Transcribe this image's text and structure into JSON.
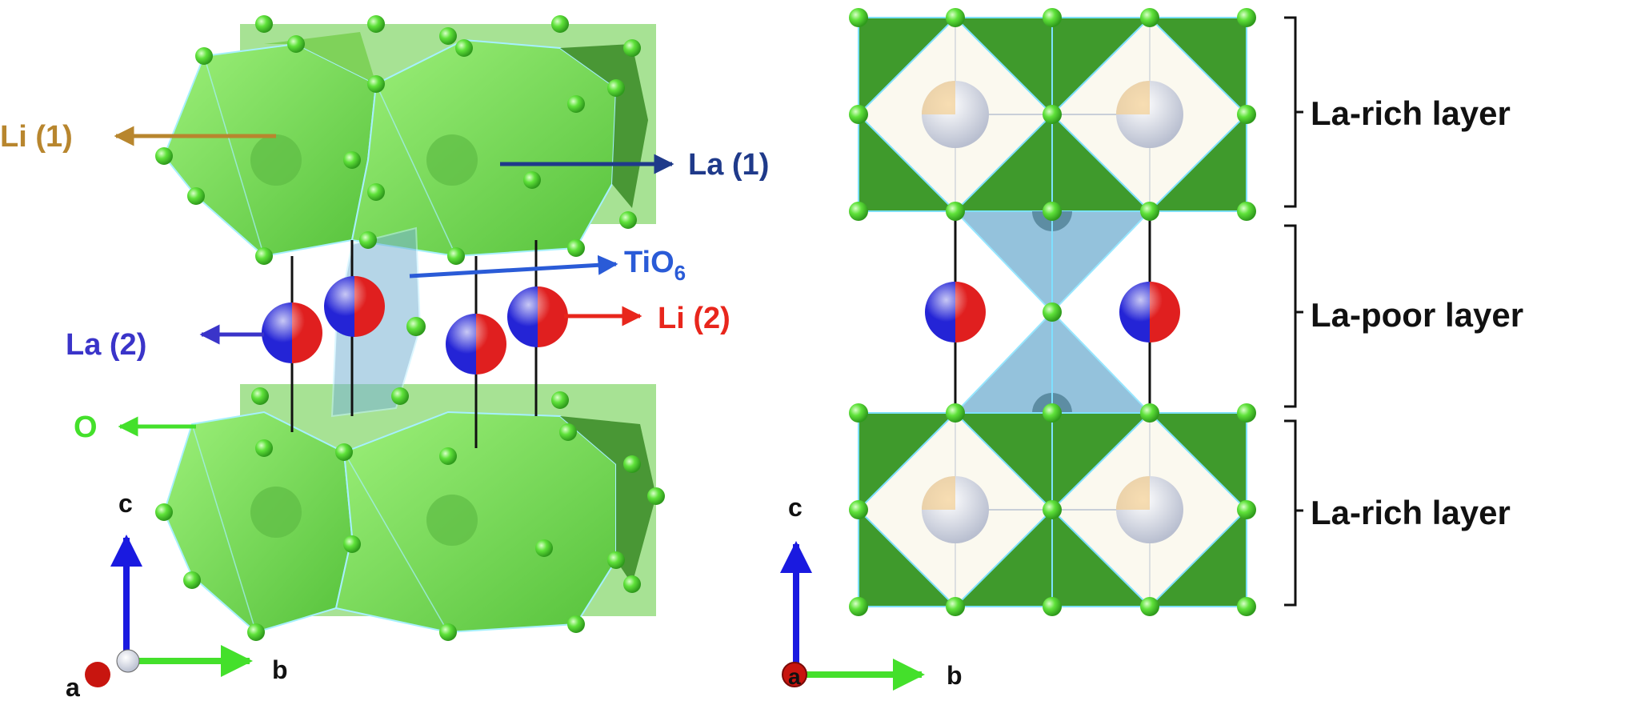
{
  "left_panel": {
    "labels": {
      "li1": "Li (1)",
      "la1": "La (1)",
      "tio6_main": "TiO",
      "tio6_sub": "6",
      "la2": "La (2)",
      "li2": "Li (2)",
      "o": "O"
    },
    "axes": {
      "c": "c",
      "a": "a",
      "b": "b"
    }
  },
  "right_panel": {
    "layers": [
      {
        "label": "La-rich layer"
      },
      {
        "label": "La-poor layer"
      },
      {
        "label": "La-rich layer"
      }
    ],
    "axes": {
      "c": "c",
      "a": "a",
      "b": "b"
    }
  },
  "colors": {
    "octahedron_light": "#7ed957",
    "octahedron_dark": "#3a9c2a",
    "oxygen": "#5fe23a",
    "tio6_translucent": "#7ab4d4",
    "la_blue": "#2020d0",
    "li_red": "#e02020",
    "li1_label": "#b8862e",
    "la1_label": "#1f3a8a",
    "tio6_label": "#2a5bd7",
    "la2_label": "#3a34c9",
    "li2_label": "#e8261c",
    "o_label": "#44e02b",
    "axis_c": "#1a1ae0",
    "axis_b": "#44e02b"
  }
}
